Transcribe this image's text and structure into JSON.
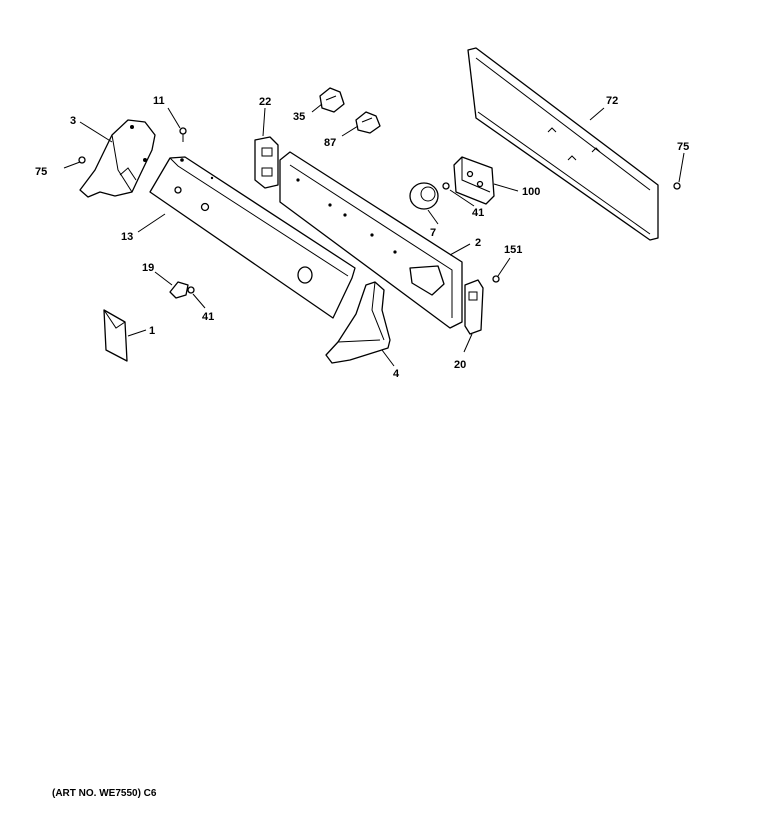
{
  "callouts": {
    "c3": "3",
    "c75a": "75",
    "c11": "11",
    "c13": "13",
    "c22": "22",
    "c35": "35",
    "c87": "87",
    "c72": "72",
    "c75b": "75",
    "c100": "100",
    "c41a": "41",
    "c7": "7",
    "c2": "2",
    "c151": "151",
    "c19": "19",
    "c41b": "41",
    "c1": "1",
    "c4": "4",
    "c20": "20"
  },
  "footer": {
    "art_no": "(ART NO. WE7550) C6"
  }
}
